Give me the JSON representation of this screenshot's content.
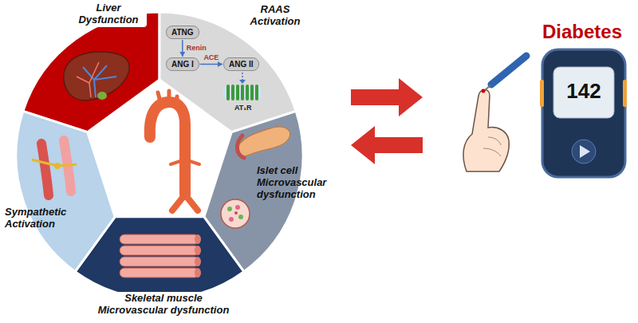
{
  "diagram": {
    "nodes": [
      {
        "text": [
          "Liver Dysfunction"
        ]
      },
      {
        "text": [
          "RAAS Activation"
        ]
      },
      {
        "text": [
          "ATNG"
        ],
        "in": 1
      },
      {
        "text": [
          "ANG I"
        ],
        "in": 1
      },
      {
        "text": [
          "ANG II"
        ],
        "in": 1
      },
      {
        "text": [
          "Islet cell Microvascular dysfunction"
        ]
      },
      {
        "text": [
          "Skeletal muscle Microvascular dysfunction"
        ]
      },
      {
        "text": [
          "Sympathetic Activation"
        ]
      }
    ],
    "edges": [
      {
        "from": 2,
        "to": 3,
        "label": "Renin",
        "arrow": "to"
      },
      {
        "from": 3,
        "to": 4,
        "label": "ACE",
        "arrow": "to"
      }
    ],
    "labels": [
      "AT₁R",
      "Diabetes",
      "142"
    ]
  }
}
